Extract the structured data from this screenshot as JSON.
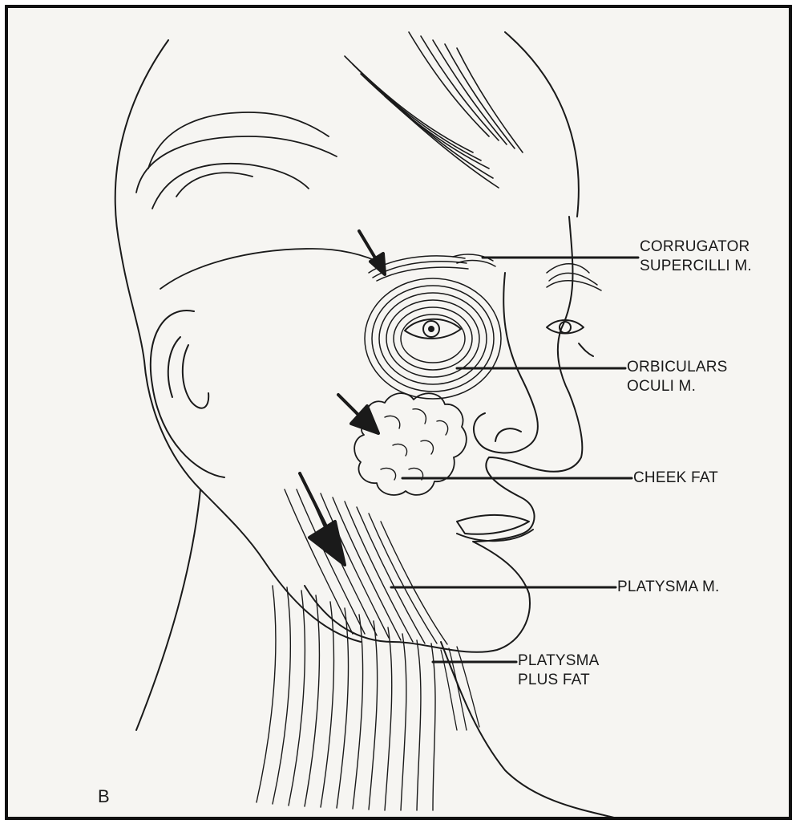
{
  "figure": {
    "panel_letter": "B",
    "labels": {
      "corrugator": [
        "CORRUGATOR",
        "SUPERCILLI M."
      ],
      "orbicularis": [
        "ORBICULARS",
        "OCULI M."
      ],
      "cheek_fat": [
        "CHEEK FAT"
      ],
      "platysma": [
        "PLATYSMA M."
      ],
      "platysma_fat": [
        "PLATYSMA",
        "PLUS FAT"
      ]
    }
  },
  "colors": {
    "ink": "#1a1a1a",
    "paper": "#f6f5f2",
    "frame": "#111111"
  }
}
